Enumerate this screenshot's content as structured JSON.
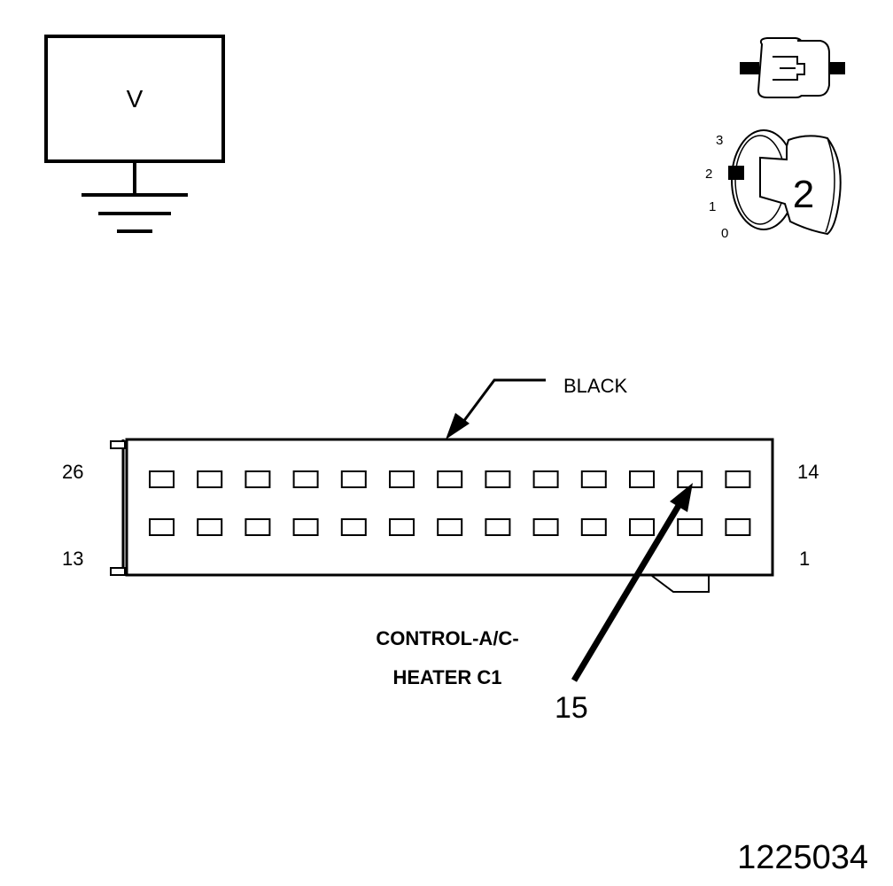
{
  "meter": {
    "label": "V"
  },
  "ignition": {
    "positions": [
      "3",
      "2",
      "1",
      "0"
    ],
    "key_number": "2"
  },
  "connector": {
    "color_label": "BLACK",
    "pin_labels": {
      "top_left": "26",
      "bottom_left": "13",
      "top_right": "14",
      "bottom_right": "1"
    },
    "name_line1": "CONTROL-A/C-",
    "name_line2": "HEATER C1",
    "pin_callout": "15",
    "cavities_per_row": 13,
    "rows": 2
  },
  "figure_id": "1225034"
}
